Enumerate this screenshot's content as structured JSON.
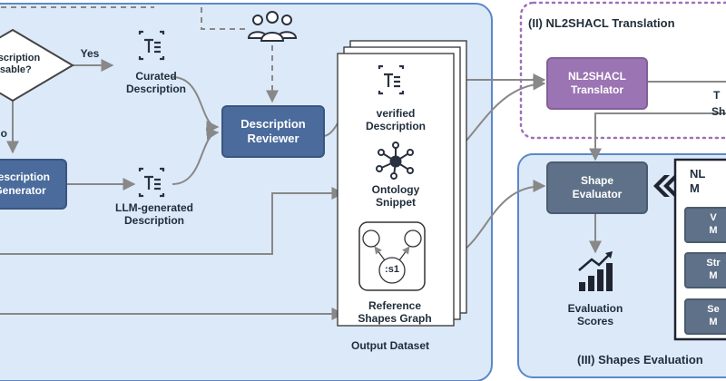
{
  "decision": {
    "text": "Description\nusable?"
  },
  "edges": {
    "yes": "Yes",
    "no": "No"
  },
  "nodes": {
    "curated": "Curated\nDescription",
    "llm_generated": "LLM-generated\nDescription",
    "generator": "Description\nGenerator",
    "reviewer": "Description\nReviewer",
    "verified": "verified\nDescription",
    "ontology": "Ontology\nSnippet",
    "reference_shapes": "Reference\nShapes Graph",
    "s1": ":s1",
    "translator": "NL2SHACL\nTranslator",
    "evaluator": "Shape\nEvaluator",
    "scores": "Evaluation\nScores",
    "metrics_panel": "NL\nM",
    "metric_1": "V\nM",
    "metric_2": "Str\nM",
    "metric_3": "Se\nM",
    "shapes_partial": "Sh",
    "t_partial": "T"
  },
  "sections": {
    "output_dataset": "Output Dataset",
    "translation": "(II) NL2SHACL Translation",
    "evaluation": "(III) Shapes Evaluation"
  },
  "colors": {
    "panel_bg": "#dce9f8",
    "panel_border": "#5b88c9",
    "blue_node": "#4a6b9c",
    "purple_node": "#9b74b3",
    "slate_node": "#5e7188",
    "arrow": "#888888"
  }
}
